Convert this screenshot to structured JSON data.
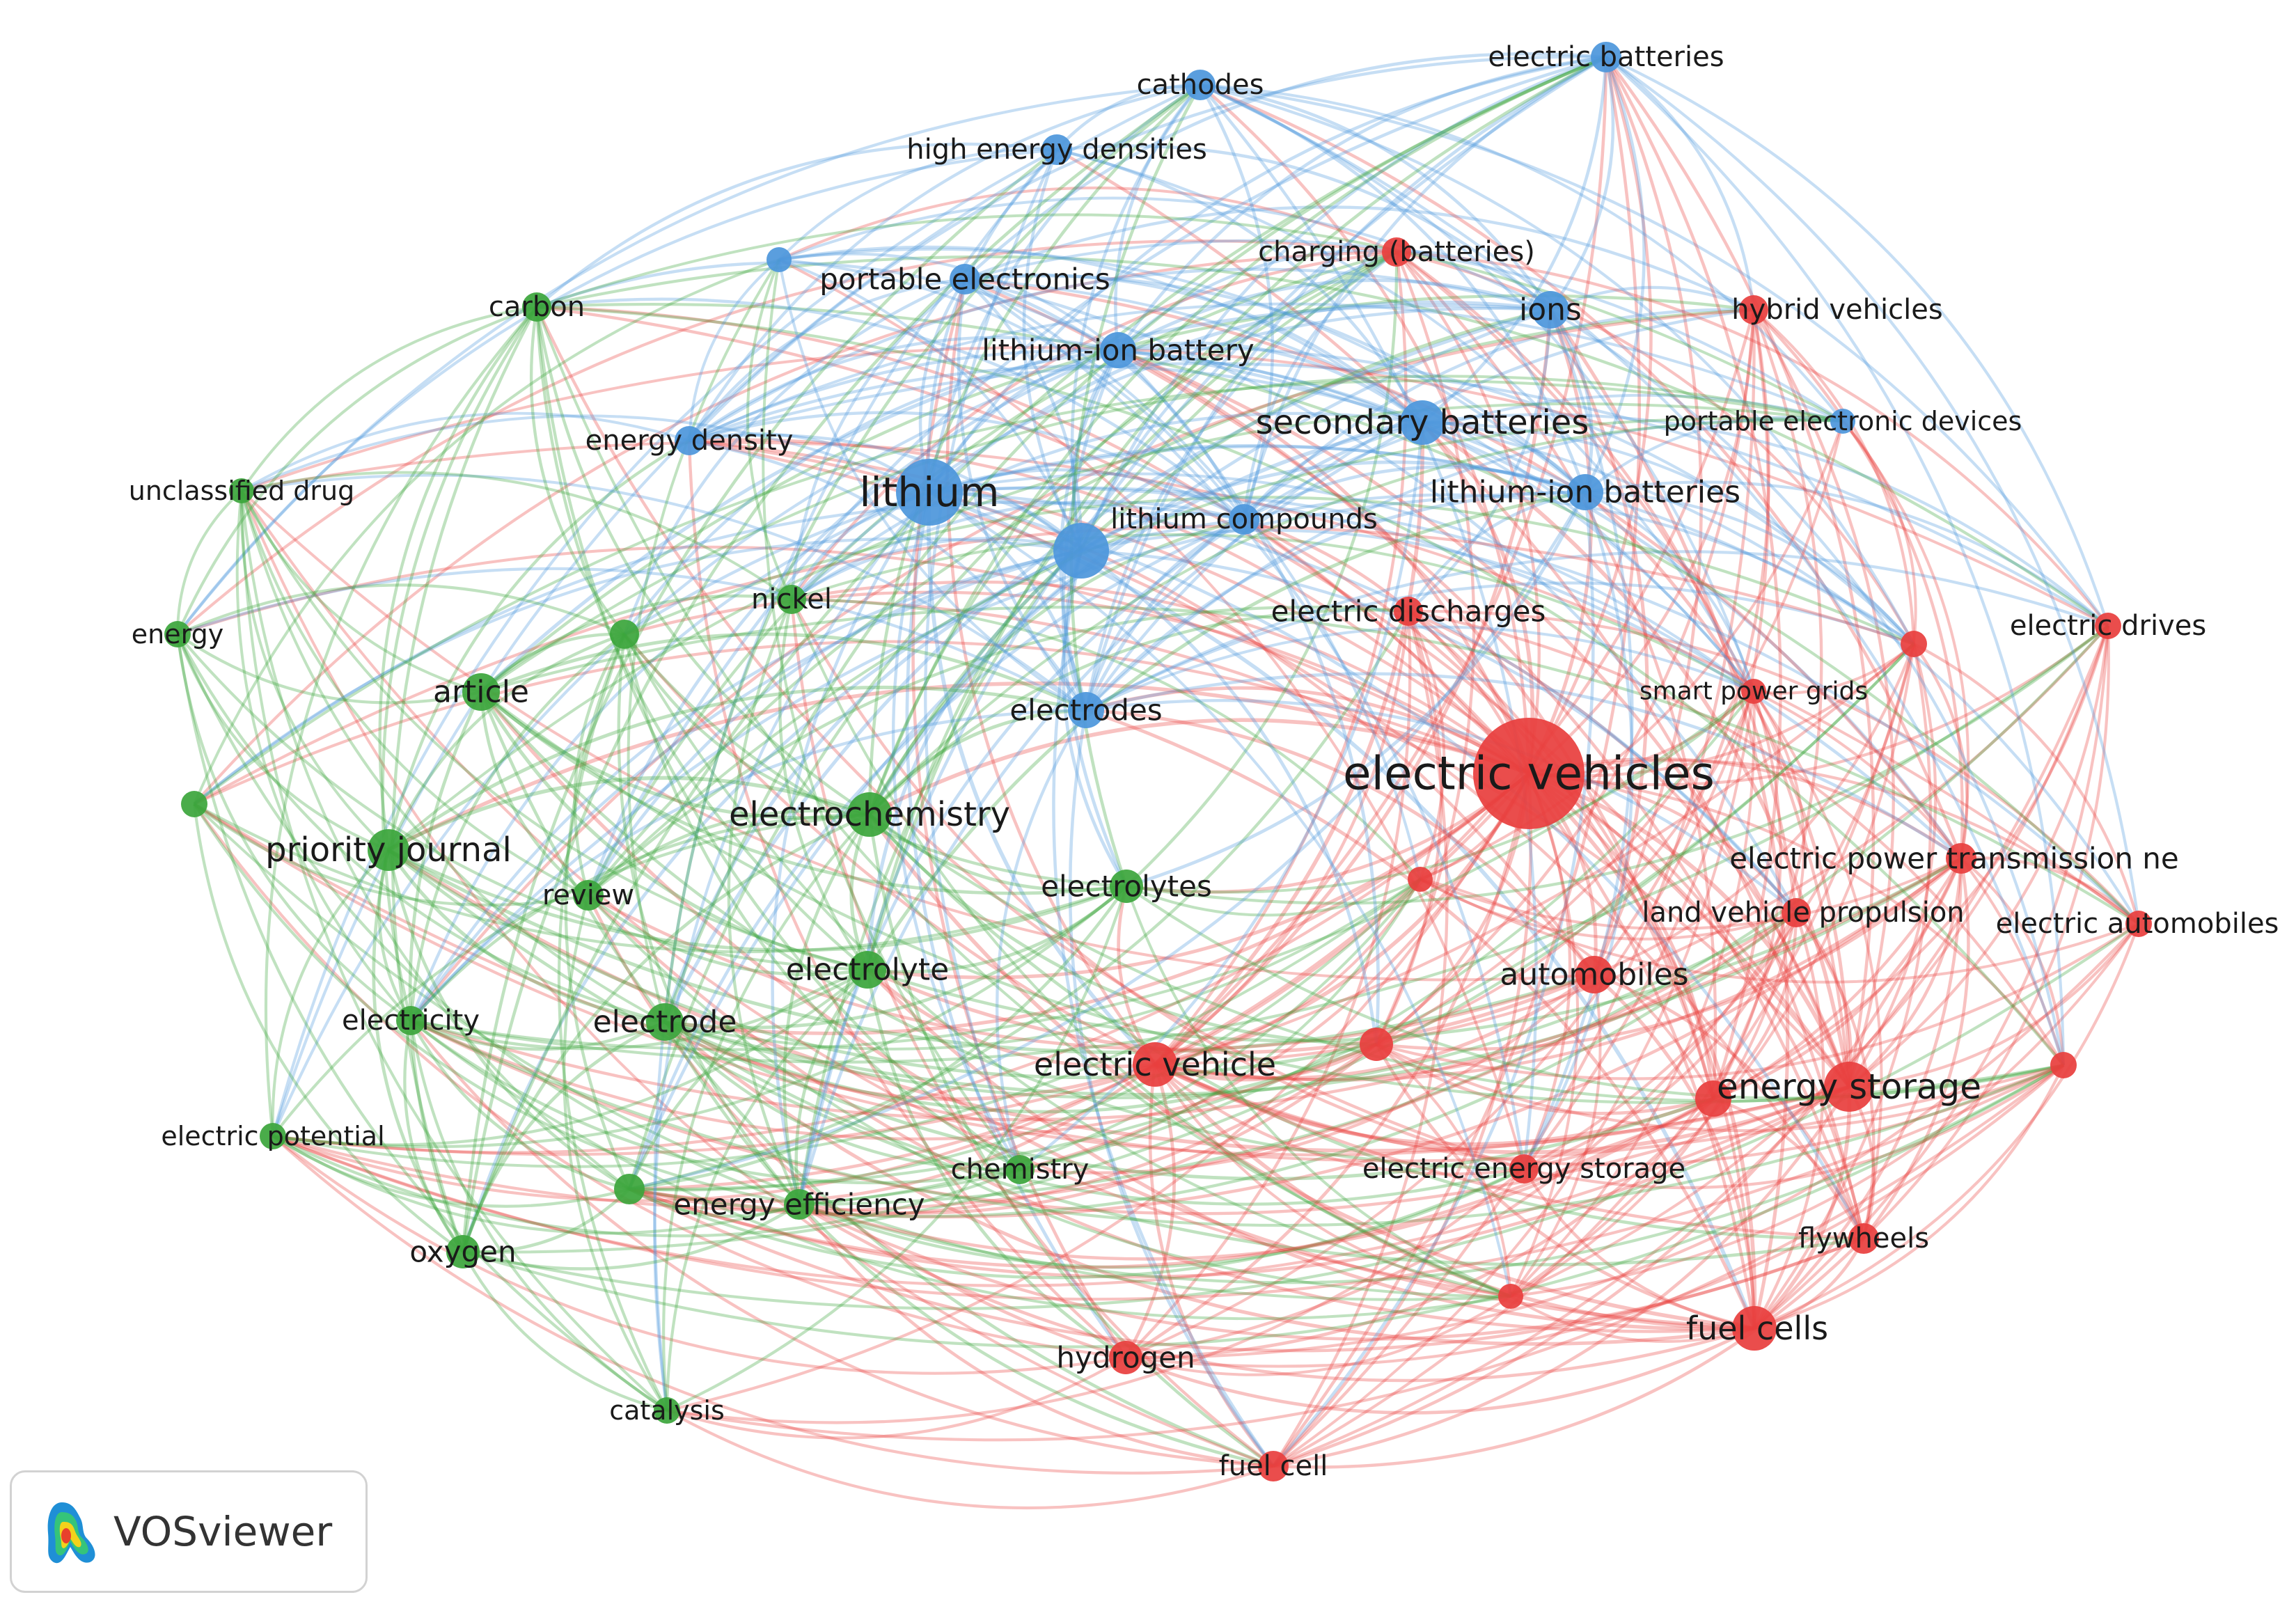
{
  "app": {
    "name": "VOSviewer"
  },
  "colors": {
    "cluster_1": "#e8403e",
    "cluster_2": "#3ca63c",
    "cluster_3": "#4d97dc"
  },
  "nodes": [
    {
      "id": "electric-vehicles",
      "label": "electric vehicles",
      "cluster": 1,
      "weight": 10
    },
    {
      "id": "energy-storage",
      "label": "energy storage",
      "cluster": 1,
      "weight": 4.5
    },
    {
      "id": "fuel-cells",
      "label": "fuel cells",
      "cluster": 1,
      "weight": 4
    },
    {
      "id": "automobiles",
      "label": "automobiles",
      "cluster": 1,
      "weight": 3.4
    },
    {
      "id": "electric-vehicle",
      "label": "electric vehicle",
      "cluster": 1,
      "weight": 4
    },
    {
      "id": "hydrogen",
      "label": "hydrogen",
      "cluster": 1,
      "weight": 3
    },
    {
      "id": "fuel-cell",
      "label": "fuel cell",
      "cluster": 1,
      "weight": 2.8
    },
    {
      "id": "hybrid-vehicles",
      "label": "hybrid vehicles",
      "cluster": 1,
      "weight": 2.6
    },
    {
      "id": "charging-batteries",
      "label": "charging (batteries)",
      "cluster": 1,
      "weight": 2.6
    },
    {
      "id": "electric-discharges",
      "label": "electric discharges",
      "cluster": 1,
      "weight": 2.6
    },
    {
      "id": "smart-power-grids",
      "label": "smart power grids",
      "cluster": 1,
      "weight": 2.2
    },
    {
      "id": "electric-drives",
      "label": "electric drives",
      "cluster": 1,
      "weight": 2.4
    },
    {
      "id": "electric-power-transmission",
      "label": "electric power transmission ne",
      "cluster": 1,
      "weight": 2.8
    },
    {
      "id": "land-vehicle-propulsion",
      "label": "land vehicle propulsion",
      "cluster": 1,
      "weight": 2.6
    },
    {
      "id": "electric-automobiles",
      "label": "electric automobiles",
      "cluster": 1,
      "weight": 2.4
    },
    {
      "id": "electric-energy-storage",
      "label": "electric energy storage",
      "cluster": 1,
      "weight": 2.6
    },
    {
      "id": "flywheels",
      "label": "flywheels",
      "cluster": 1,
      "weight": 2.8
    },
    {
      "id": "red-unlabeled-1",
      "label": "",
      "cluster": 1,
      "weight": 2.4
    },
    {
      "id": "red-unlabeled-2",
      "label": "",
      "cluster": 1,
      "weight": 2.2
    },
    {
      "id": "red-unlabeled-3",
      "label": "",
      "cluster": 1,
      "weight": 3
    },
    {
      "id": "red-unlabeled-4",
      "label": "",
      "cluster": 1,
      "weight": 2.4
    },
    {
      "id": "red-unlabeled-5",
      "label": "",
      "cluster": 1,
      "weight": 2.2
    },
    {
      "id": "red-unlabeled-6",
      "label": "",
      "cluster": 1,
      "weight": 3.2
    },
    {
      "id": "lithium",
      "label": "lithium",
      "cluster": 3,
      "weight": 6
    },
    {
      "id": "blue-large",
      "label": "",
      "cluster": 3,
      "weight": 5
    },
    {
      "id": "lithium-compounds",
      "label": "lithium compounds",
      "cluster": 3,
      "weight": 2.8
    },
    {
      "id": "secondary-batteries",
      "label": "secondary batteries",
      "cluster": 3,
      "weight": 4
    },
    {
      "id": "lithium-ion-batteries",
      "label": "lithium-ion batteries",
      "cluster": 3,
      "weight": 3.2
    },
    {
      "id": "ions",
      "label": "ions",
      "cluster": 3,
      "weight": 3.4
    },
    {
      "id": "lithium-ion-battery",
      "label": "lithium-ion battery",
      "cluster": 3,
      "weight": 3.2
    },
    {
      "id": "portable-electronics",
      "label": "portable electronics",
      "cluster": 3,
      "weight": 2.8
    },
    {
      "id": "high-energy-densities",
      "label": "high energy densities",
      "cluster": 3,
      "weight": 2.8
    },
    {
      "id": "cathodes",
      "label": "cathodes",
      "cluster": 3,
      "weight": 2.8
    },
    {
      "id": "electric-batteries",
      "label": "electric batteries",
      "cluster": 3,
      "weight": 2.8
    },
    {
      "id": "portable-electronic-devices",
      "label": "portable electronic devices",
      "cluster": 3,
      "weight": 2.2
    },
    {
      "id": "energy-density",
      "label": "energy density",
      "cluster": 3,
      "weight": 2.6
    },
    {
      "id": "electrodes",
      "label": "electrodes",
      "cluster": 3,
      "weight": 3.2
    },
    {
      "id": "blue-unlabeled-1",
      "label": "",
      "cluster": 3,
      "weight": 2.2
    },
    {
      "id": "electrochemistry",
      "label": "electrochemistry",
      "cluster": 2,
      "weight": 4
    },
    {
      "id": "priority-journal",
      "label": "priority journal",
      "cluster": 2,
      "weight": 3.8
    },
    {
      "id": "article",
      "label": "article",
      "cluster": 2,
      "weight": 3.4
    },
    {
      "id": "electrode",
      "label": "electrode",
      "cluster": 2,
      "weight": 3.4
    },
    {
      "id": "electrolyte",
      "label": "electrolyte",
      "cluster": 2,
      "weight": 3.4
    },
    {
      "id": "electrolytes",
      "label": "electrolytes",
      "cluster": 2,
      "weight": 3
    },
    {
      "id": "review",
      "label": "review",
      "cluster": 2,
      "weight": 2.8
    },
    {
      "id": "carbon",
      "label": "carbon",
      "cluster": 2,
      "weight": 2.6
    },
    {
      "id": "unclassified-drug",
      "label": "unclassified drug",
      "cluster": 2,
      "weight": 2.2
    },
    {
      "id": "energy",
      "label": "energy",
      "cluster": 2,
      "weight": 2.4
    },
    {
      "id": "nickel",
      "label": "nickel",
      "cluster": 2,
      "weight": 2.6
    },
    {
      "id": "electricity",
      "label": "electricity",
      "cluster": 2,
      "weight": 2.6
    },
    {
      "id": "electric-potential",
      "label": "electric potential",
      "cluster": 2,
      "weight": 2.4
    },
    {
      "id": "oxygen",
      "label": "oxygen",
      "cluster": 2,
      "weight": 3
    },
    {
      "id": "energy-efficiency",
      "label": "energy efficiency",
      "cluster": 2,
      "weight": 2.8
    },
    {
      "id": "chemistry",
      "label": "chemistry",
      "cluster": 2,
      "weight": 2.6
    },
    {
      "id": "catalysis",
      "label": "catalysis",
      "cluster": 2,
      "weight": 2.4
    },
    {
      "id": "green-unlabeled-1",
      "label": "",
      "cluster": 2,
      "weight": 2.4
    },
    {
      "id": "green-unlabeled-2",
      "label": "",
      "cluster": 2,
      "weight": 2.6
    },
    {
      "id": "green-unlabeled-3",
      "label": "",
      "cluster": 2,
      "weight": 2.8
    }
  ]
}
